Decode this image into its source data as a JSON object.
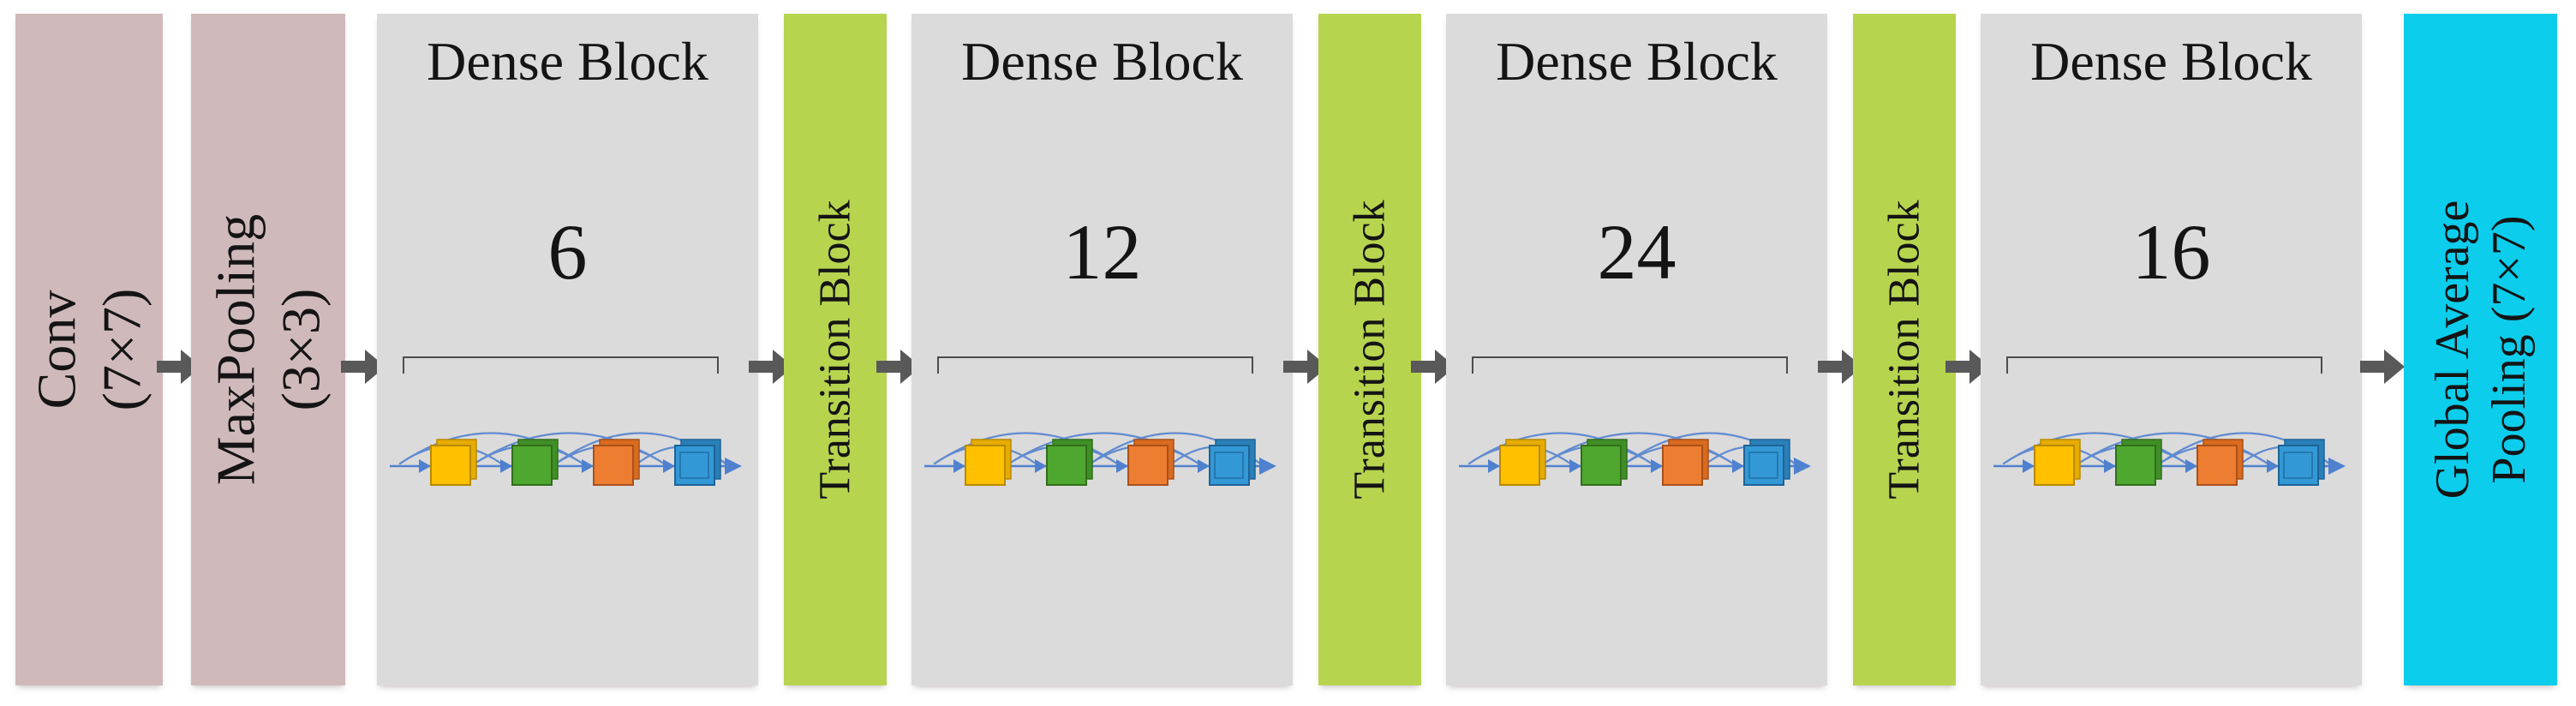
{
  "palette": {
    "stem_block": "#d0b9bb",
    "dense_block": "#dbdbdb",
    "transition_block": "#b7d44f",
    "output_block": "#0ccdec",
    "flow_arrow": "#595959",
    "connection_line": "#4f81cf",
    "unit_yellow": "#ffc000",
    "unit_green": "#4ea72e",
    "unit_orange": "#ed7d31",
    "unit_blue": "#3399d6"
  },
  "blocks": {
    "conv": {
      "line1": "Conv",
      "line2": "(7×7)"
    },
    "maxpool": {
      "line1": "MaxPooling",
      "line2": "(3×3)"
    },
    "dense": [
      {
        "title": "Dense Block",
        "count": "6"
      },
      {
        "title": "Dense Block",
        "count": "12"
      },
      {
        "title": "Dense Block",
        "count": "24"
      },
      {
        "title": "Dense Block",
        "count": "16"
      }
    ],
    "transitions": [
      {
        "label": "Transition Block"
      },
      {
        "label": "Transition Block"
      },
      {
        "label": "Transition Block"
      }
    ],
    "global_pool": {
      "line1": "Global Average",
      "line2": "Pooling (7×7)"
    }
  }
}
